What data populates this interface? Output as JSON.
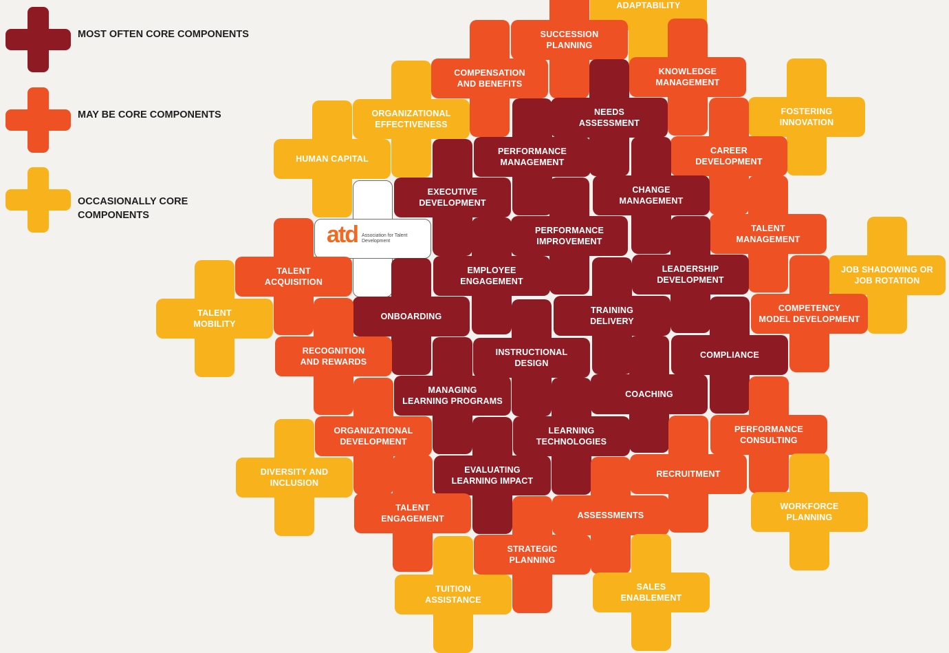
{
  "legend": {
    "most_often": "MOST OFTEN CORE COMPONENTS",
    "may_be": "MAY BE CORE COMPONENTS",
    "occasionally": "OCCASIONALLY CORE COMPONENTS"
  },
  "colors": {
    "most_often": "#8e1b24",
    "may_be": "#ee5124",
    "occasionally": "#f8b21c"
  },
  "logo": {
    "mark": "atd",
    "subtitle": "Association for Talent Development"
  },
  "tiles": [
    {
      "id": "training-or-adaptability",
      "label": "TRAINING OR\nADAPTABILITY",
      "tier": 3
    },
    {
      "id": "succession-planning",
      "label": "SUCCESSION\nPLANNING",
      "tier": 2
    },
    {
      "id": "compensation-and-benefits",
      "label": "COMPENSATION\nAND BENEFITS",
      "tier": 2
    },
    {
      "id": "knowledge-management",
      "label": "KNOWLEDGE\nMANAGEMENT",
      "tier": 2
    },
    {
      "id": "needs-assessment",
      "label": "NEEDS\nASSESSMENT",
      "tier": 1
    },
    {
      "id": "organizational-effectiveness",
      "label": "ORGANIZATIONAL\nEFFECTIVENESS",
      "tier": 3
    },
    {
      "id": "fostering-innovation",
      "label": "FOSTERING\nINNOVATION",
      "tier": 3
    },
    {
      "id": "performance-management",
      "label": "PERFORMANCE\nMANAGEMENT",
      "tier": 1
    },
    {
      "id": "career-development",
      "label": "CAREER\nDEVELOPMENT",
      "tier": 2
    },
    {
      "id": "human-capital",
      "label": "HUMAN CAPITAL",
      "tier": 3
    },
    {
      "id": "executive-development",
      "label": "EXECUTIVE\nDEVELOPMENT",
      "tier": 1
    },
    {
      "id": "change-management",
      "label": "CHANGE\nMANAGEMENT",
      "tier": 1
    },
    {
      "id": "performance-improvement",
      "label": "PERFORMANCE\nIMPROVEMENT",
      "tier": 1
    },
    {
      "id": "talent-management",
      "label": "TALENT\nMANAGEMENT",
      "tier": 2
    },
    {
      "id": "job-shadowing-or-job-rotation",
      "label": "JOB SHADOWING OR\nJOB ROTATION",
      "tier": 3
    },
    {
      "id": "talent-acquisition",
      "label": "TALENT\nACQUISITION",
      "tier": 2
    },
    {
      "id": "employee-engagement",
      "label": "EMPLOYEE\nENGAGEMENT",
      "tier": 1
    },
    {
      "id": "leadership-development",
      "label": "LEADERSHIP\nDEVELOPMENT",
      "tier": 1
    },
    {
      "id": "talent-mobility",
      "label": "TALENT\nMOBILITY",
      "tier": 3
    },
    {
      "id": "onboarding",
      "label": "ONBOARDING",
      "tier": 1
    },
    {
      "id": "training-delivery",
      "label": "TRAINING\nDELIVERY",
      "tier": 1
    },
    {
      "id": "competency-model-development",
      "label": "COMPETENCY\nMODEL DEVELOPMENT",
      "tier": 2
    },
    {
      "id": "recognition-and-rewards",
      "label": "RECOGNITION\nAND REWARDS",
      "tier": 2
    },
    {
      "id": "instructional-design",
      "label": "INSTRUCTIONAL\nDESIGN",
      "tier": 1
    },
    {
      "id": "compliance",
      "label": "COMPLIANCE",
      "tier": 1
    },
    {
      "id": "managing-learning-programs",
      "label": "MANAGING\nLEARNING PROGRAMS",
      "tier": 1
    },
    {
      "id": "coaching",
      "label": "COACHING",
      "tier": 1
    },
    {
      "id": "organizational-development",
      "label": "ORGANIZATIONAL\nDEVELOPMENT",
      "tier": 2
    },
    {
      "id": "learning-technologies",
      "label": "LEARNING\nTECHNOLOGIES",
      "tier": 1
    },
    {
      "id": "performance-consulting",
      "label": "PERFORMANCE\nCONSULTING",
      "tier": 2
    },
    {
      "id": "diversity-and-inclusion",
      "label": "DIVERSITY AND\nINCLUSION",
      "tier": 3
    },
    {
      "id": "evaluating-learning-impact",
      "label": "EVALUATING\nLEARNING IMPACT",
      "tier": 1
    },
    {
      "id": "recruitment",
      "label": "RECRUITMENT",
      "tier": 2
    },
    {
      "id": "talent-engagement",
      "label": "TALENT\nENGAGEMENT",
      "tier": 2
    },
    {
      "id": "assessments",
      "label": "ASSESSMENTS",
      "tier": 2
    },
    {
      "id": "workforce-planning",
      "label": "WORKFORCE\nPLANNING",
      "tier": 3
    },
    {
      "id": "strategic-planning",
      "label": "STRATEGIC\nPLANNING",
      "tier": 2
    },
    {
      "id": "tuition-assistance",
      "label": "TUITION\nASSISTANCE",
      "tier": 3
    },
    {
      "id": "sales-enablement",
      "label": "SALES\nENABLEMENT",
      "tier": 3
    }
  ]
}
